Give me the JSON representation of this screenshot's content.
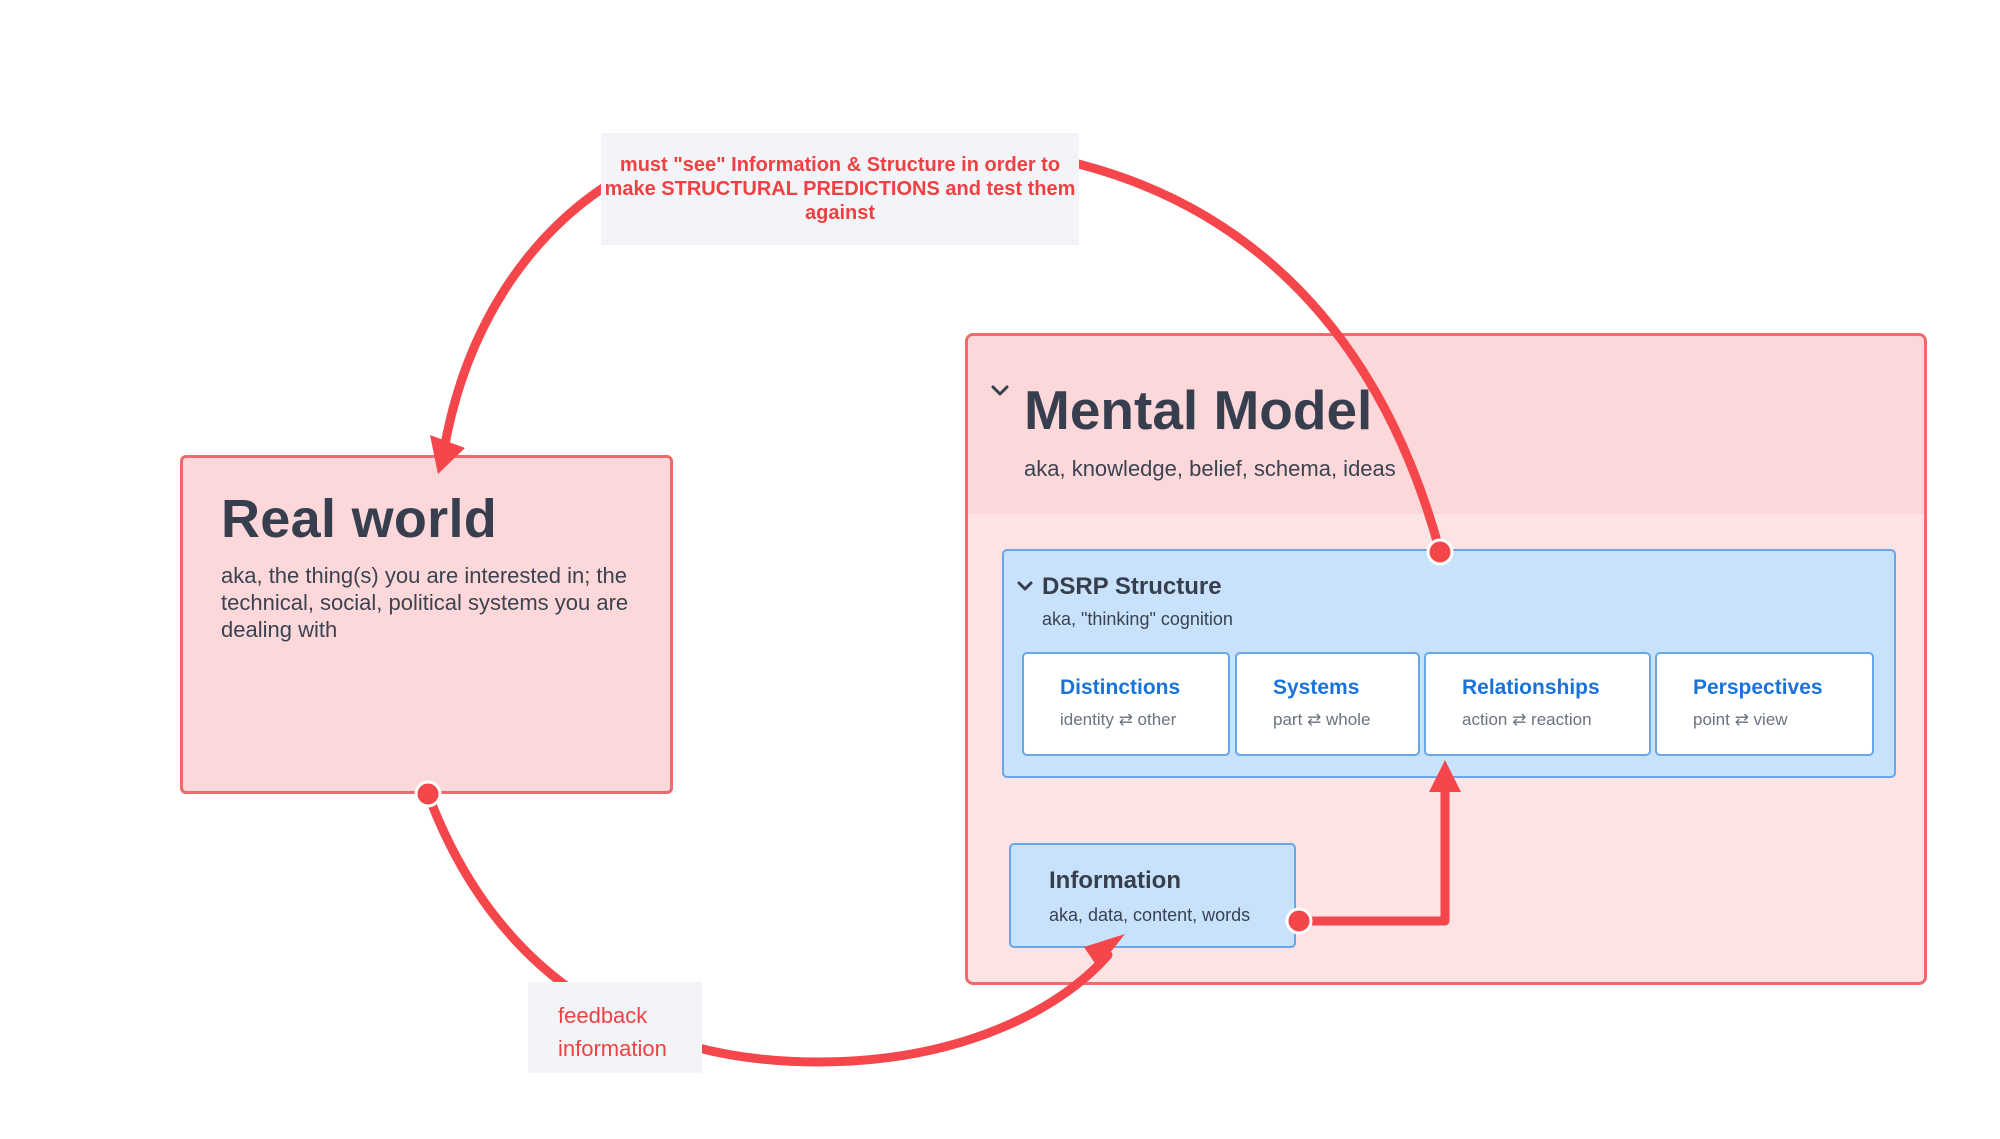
{
  "colors": {
    "arrow": "#f5464b",
    "pink_fill": "#fdd8da",
    "pink_border": "#f06a6d",
    "blue_fill": "#c8e2fb",
    "blue_border": "#68a6ea",
    "link_blue": "#1a73d9"
  },
  "real_world": {
    "title": "Real world",
    "subtitle": "aka, the thing(s) you are interested in; the technical, social, political systems you are dealing with"
  },
  "mental_model": {
    "title": "Mental Model",
    "subtitle": "aka, knowledge, belief, schema, ideas",
    "collapse_icon": "chevron-down-icon"
  },
  "dsrp": {
    "title": "DSRP Structure",
    "subtitle": "aka, \"thinking\" cognition",
    "collapse_icon": "chevron-down-icon",
    "cards": [
      {
        "name": "Distinctions",
        "desc": "identity ⇄ other"
      },
      {
        "name": "Systems",
        "desc": "part ⇄ whole"
      },
      {
        "name": "Relationships",
        "desc": "action ⇄ reaction"
      },
      {
        "name": "Perspectives",
        "desc": "point ⇄ view"
      }
    ]
  },
  "information": {
    "title": "Information",
    "subtitle": "aka, data, content, words"
  },
  "notes": {
    "top": "must \"see\" Information & Structure in order to make STRUCTURAL PREDICTIONS and test them against",
    "bottom_line1": "feedback",
    "bottom_line2": "information"
  }
}
